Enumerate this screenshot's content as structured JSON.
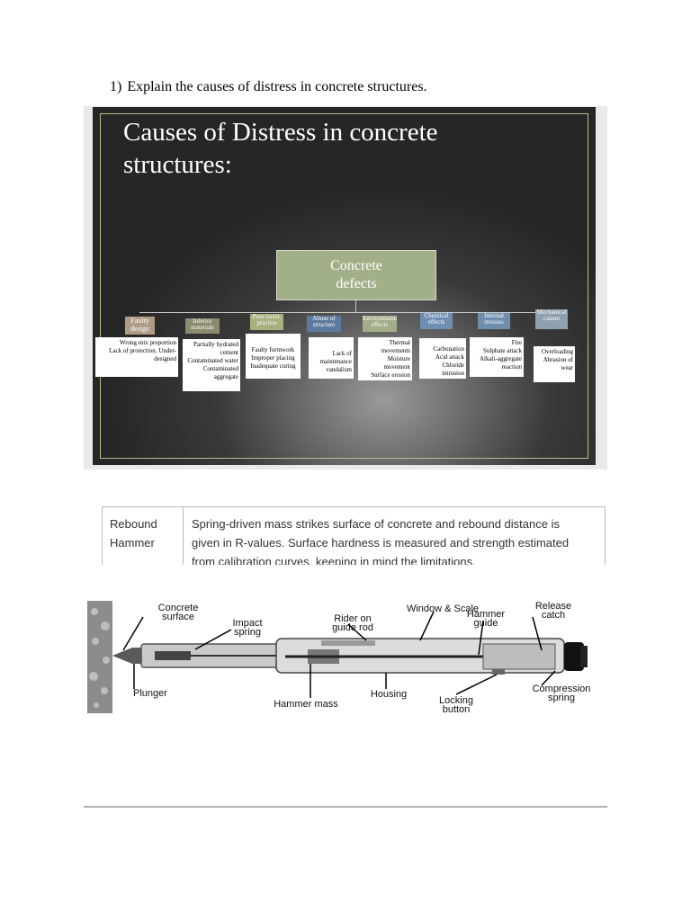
{
  "question": {
    "number": "1)",
    "text": "Explain the causes of distress in concrete structures."
  },
  "slide": {
    "title_line1": "Causes of Distress in concrete",
    "title_line2": "structures:",
    "root": {
      "line1": "Concrete",
      "line2": "defects"
    },
    "categories": [
      {
        "label": "Faulty design",
        "items": [
          "Wrong mix proportion",
          "Lack of protection. Under-designed"
        ]
      },
      {
        "label": "Inferior materials",
        "items": [
          "Partially hydrated cement",
          "Contaminated water",
          "Contaminated aggregate"
        ]
      },
      {
        "label": "Poor const. practice",
        "items": [
          "Faulty formwork",
          "Improper placing",
          "Inadequate curing"
        ]
      },
      {
        "label": "Abuse of structure",
        "items": [
          "Lack of maintenance",
          "vandalism"
        ]
      },
      {
        "label": "Environmental effects",
        "items": [
          "Thermal movements",
          "Moisture movement",
          "Surface erosion"
        ]
      },
      {
        "label": "Chemical effects",
        "items": [
          "Carbonation",
          "Acid attack",
          "Chloride intrusion"
        ]
      },
      {
        "label": "Internal stresses",
        "items": [
          "Fire",
          "Sulphate attack",
          "Alkali-aggregate reaction"
        ]
      },
      {
        "label": "Mechanical causes",
        "items": [
          "Overloading",
          "Abrasion of wear"
        ]
      }
    ],
    "colors": {
      "root": "#a1b089",
      "cat1": "#b09c86",
      "cat2": "#8c8a70",
      "cat3": "#a7b07e",
      "cat4": "#5c7a9e",
      "cat5": "#a1ad87",
      "cat6": "#6f8fb2",
      "cat7": "#6e8eac",
      "cat8": "#8ea2ad"
    }
  },
  "table": {
    "term_line1": "Rebound",
    "term_line2": "Hammer",
    "desc_line1": "Spring-driven mass strikes surface of concrete and rebound distance is",
    "desc_line2": "given in R-values. Surface hardness is measured and strength estimated",
    "desc_line3": "from calibration curves, keeping in mind the limitations."
  },
  "diagram": {
    "labels": {
      "concrete_surface_1": "Concrete",
      "concrete_surface_2": "surface",
      "impact_spring_1": "Impact",
      "impact_spring_2": "spring",
      "rider_1": "Rider on",
      "rider_2": "guide rod",
      "window_scale": "Window & Scale",
      "hammer_guide_1": "Hammer",
      "hammer_guide_2": "guide",
      "release_catch_1": "Release",
      "release_catch_2": "catch",
      "plunger": "Plunger",
      "hammer_mass": "Hammer mass",
      "housing": "Housing",
      "locking_button_1": "Locking",
      "locking_button_2": "button",
      "compression_spring_1": "Compression",
      "compression_spring_2": "spring"
    }
  }
}
